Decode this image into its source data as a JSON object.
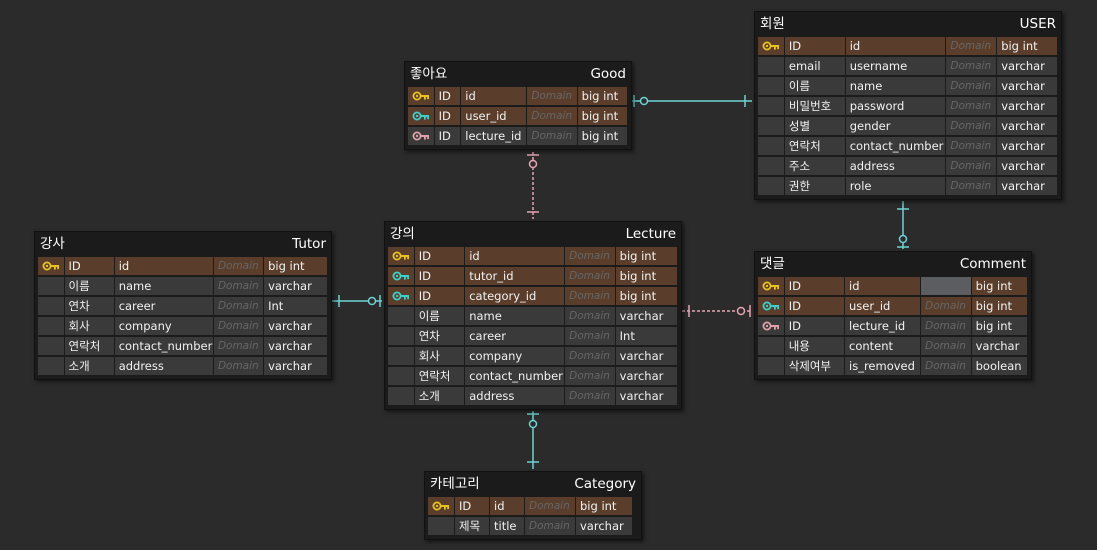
{
  "colors": {
    "background": "#2b2b2b",
    "entity_bg": "#1b1b1b",
    "cell": "#3a3a3a",
    "key_row": "#5a3e2b",
    "pk_icon": "#e8c21e",
    "fk_icon": "#3ecfc8",
    "fk_alt_icon": "#e0a0a8",
    "relation_line": "#6fd3d3",
    "relation_dashed": "#e8a4b6"
  },
  "entities": [
    {
      "id": "good",
      "logical": "좋아요",
      "physical": "Good",
      "rows": [
        {
          "icon": "pk",
          "key": true,
          "logical": "ID",
          "physical": "id",
          "domain": "Domain",
          "type": "big int"
        },
        {
          "icon": "fk",
          "key": true,
          "logical": "ID",
          "physical": "user_id",
          "domain": "Domain",
          "type": "big int"
        },
        {
          "icon": "fk2",
          "key": false,
          "logical": "ID",
          "physical": "lecture_id",
          "domain": "Domain",
          "type": "big int"
        }
      ]
    },
    {
      "id": "user",
      "logical": "회원",
      "physical": "USER",
      "rows": [
        {
          "icon": "pk",
          "key": true,
          "logical": "ID",
          "physical": "id",
          "domain": "Domain",
          "type": "big int"
        },
        {
          "icon": "",
          "key": false,
          "logical": "email",
          "physical": "username",
          "domain": "Domain",
          "type": "varchar"
        },
        {
          "icon": "",
          "key": false,
          "logical": "이름",
          "physical": "name",
          "domain": "Domain",
          "type": "varchar"
        },
        {
          "icon": "",
          "key": false,
          "logical": "비밀번호",
          "physical": "password",
          "domain": "Domain",
          "type": "varchar"
        },
        {
          "icon": "",
          "key": false,
          "logical": "성별",
          "physical": "gender",
          "domain": "Domain",
          "type": "varchar"
        },
        {
          "icon": "",
          "key": false,
          "logical": "연락처",
          "physical": "contact_number",
          "domain": "Domain",
          "type": "varchar"
        },
        {
          "icon": "",
          "key": false,
          "logical": "주소",
          "physical": "address",
          "domain": "Domain",
          "type": "varchar"
        },
        {
          "icon": "",
          "key": false,
          "logical": "권한",
          "physical": "role",
          "domain": "Domain",
          "type": "varchar"
        }
      ]
    },
    {
      "id": "tutor",
      "logical": "강사",
      "physical": "Tutor",
      "rows": [
        {
          "icon": "pk",
          "key": true,
          "logical": "ID",
          "physical": "id",
          "domain": "Domain",
          "type": "big int"
        },
        {
          "icon": "",
          "key": false,
          "logical": "이름",
          "physical": "name",
          "domain": "Domain",
          "type": "varchar"
        },
        {
          "icon": "",
          "key": false,
          "logical": "연차",
          "physical": "career",
          "domain": "Domain",
          "type": "Int"
        },
        {
          "icon": "",
          "key": false,
          "logical": "회사",
          "physical": "company",
          "domain": "Domain",
          "type": "varchar"
        },
        {
          "icon": "",
          "key": false,
          "logical": "연락처",
          "physical": "contact_number",
          "domain": "Domain",
          "type": "varchar"
        },
        {
          "icon": "",
          "key": false,
          "logical": "소개",
          "physical": "address",
          "domain": "Domain",
          "type": "varchar"
        }
      ]
    },
    {
      "id": "lecture",
      "logical": "강의",
      "physical": "Lecture",
      "rows": [
        {
          "icon": "pk",
          "key": true,
          "logical": "ID",
          "physical": "id",
          "domain": "Domain",
          "type": "big int"
        },
        {
          "icon": "fk",
          "key": true,
          "logical": "ID",
          "physical": "tutor_id",
          "domain": "Domain",
          "type": "big int"
        },
        {
          "icon": "fk",
          "key": true,
          "logical": "ID",
          "physical": "category_id",
          "domain": "Domain",
          "type": "big int"
        },
        {
          "icon": "",
          "key": false,
          "logical": "이름",
          "physical": "name",
          "domain": "Domain",
          "type": "varchar"
        },
        {
          "icon": "",
          "key": false,
          "logical": "연차",
          "physical": "career",
          "domain": "Domain",
          "type": "Int"
        },
        {
          "icon": "",
          "key": false,
          "logical": "회사",
          "physical": "company",
          "domain": "Domain",
          "type": "varchar"
        },
        {
          "icon": "",
          "key": false,
          "logical": "연락처",
          "physical": "contact_number",
          "domain": "Domain",
          "type": "varchar"
        },
        {
          "icon": "",
          "key": false,
          "logical": "소개",
          "physical": "address",
          "domain": "Domain",
          "type": "varchar"
        }
      ]
    },
    {
      "id": "comment",
      "logical": "댓글",
      "physical": "Comment",
      "rows": [
        {
          "icon": "pk",
          "key": true,
          "logical": "ID",
          "physical": "id",
          "domain": "",
          "type": "big int"
        },
        {
          "icon": "fk",
          "key": true,
          "logical": "ID",
          "physical": "user_id",
          "domain": "Domain",
          "type": "big int"
        },
        {
          "icon": "fk2",
          "key": false,
          "logical": "ID",
          "physical": "lecture_id",
          "domain": "Domain",
          "type": "big int"
        },
        {
          "icon": "",
          "key": false,
          "logical": "내용",
          "physical": "content",
          "domain": "Domain",
          "type": "varchar"
        },
        {
          "icon": "",
          "key": false,
          "logical": "삭제여부",
          "physical": "is_removed",
          "domain": "Domain",
          "type": "boolean"
        }
      ]
    },
    {
      "id": "category",
      "logical": "카테고리",
      "physical": "Category",
      "rows": [
        {
          "icon": "pk",
          "key": true,
          "logical": "ID",
          "physical": "id",
          "domain": "Domain",
          "type": "big int"
        },
        {
          "icon": "",
          "key": false,
          "logical": "제목",
          "physical": "title",
          "domain": "Domain",
          "type": "varchar"
        }
      ]
    }
  ]
}
